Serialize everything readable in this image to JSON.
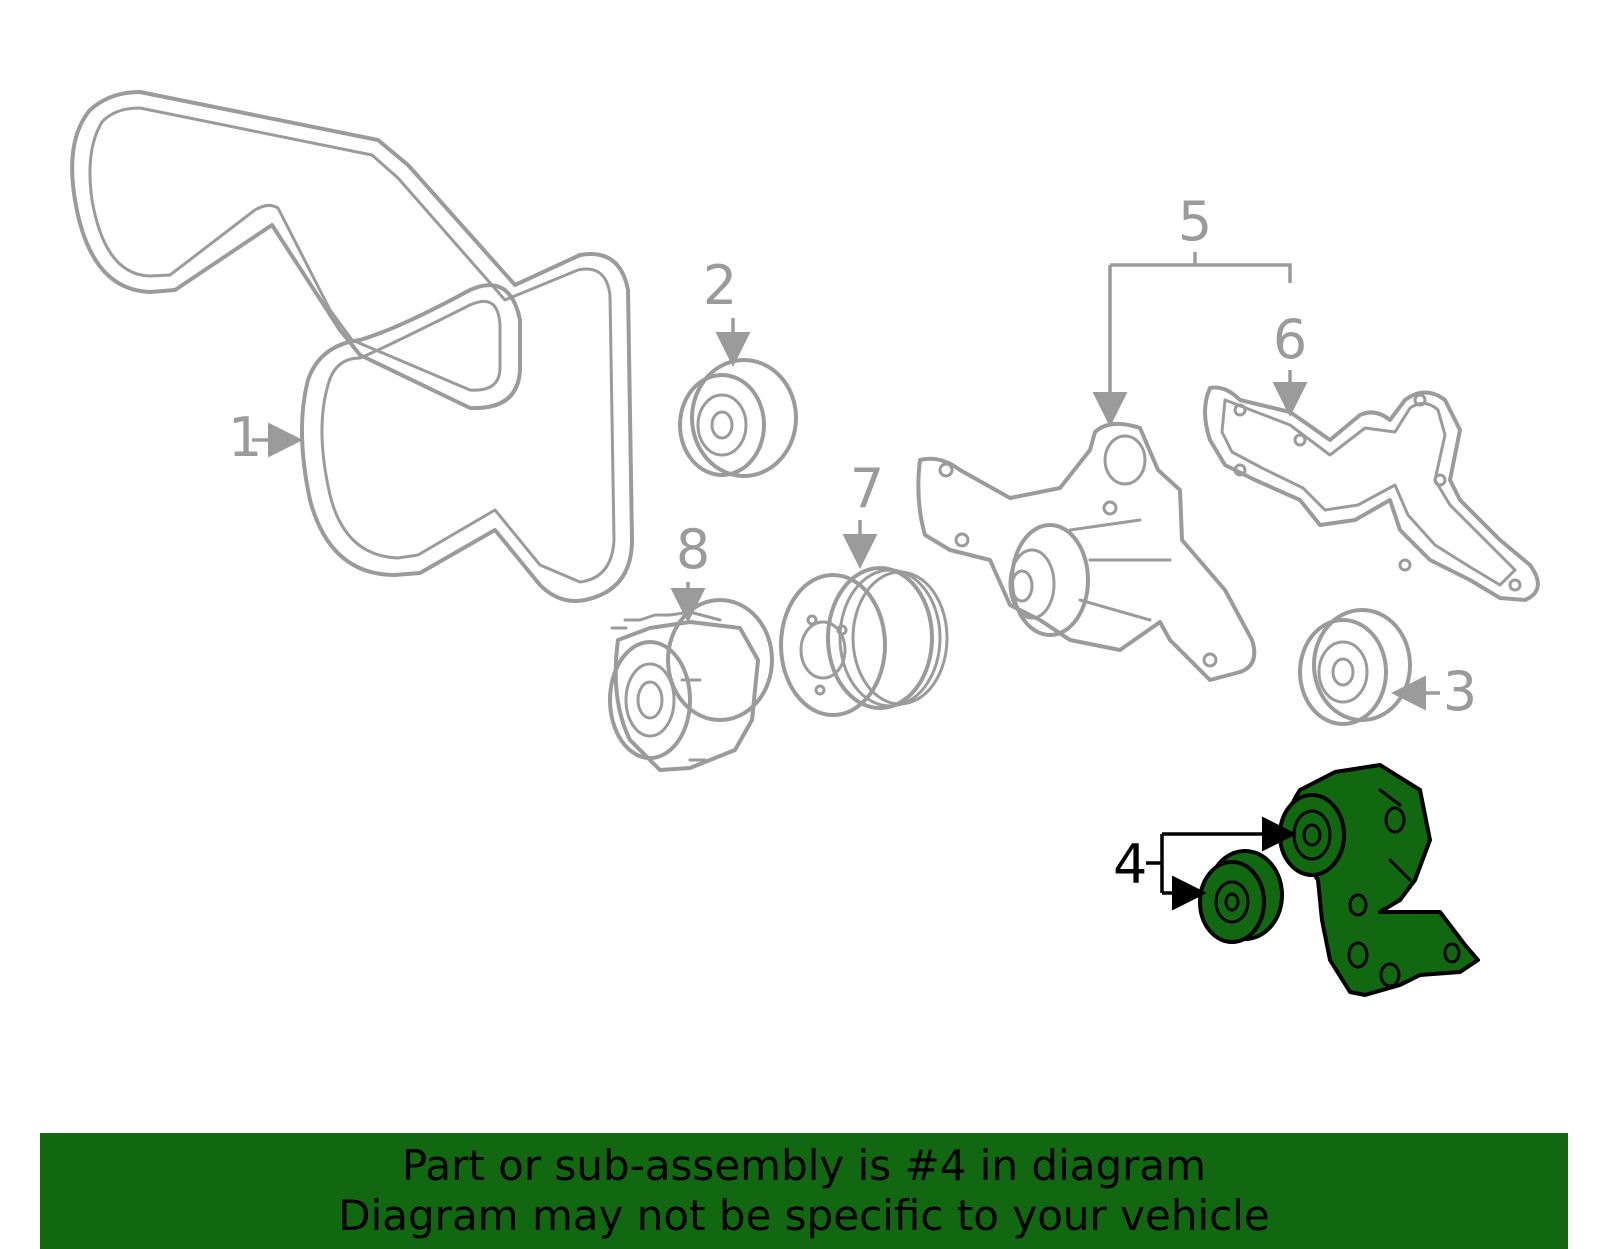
{
  "callouts": {
    "belt": "1",
    "idler_top": "2",
    "idler_right": "3",
    "tensioner": "4",
    "water_pump": "5",
    "gasket": "6",
    "pulley": "7",
    "fan_clutch": "8"
  },
  "highlight_color": "#116811",
  "banner": {
    "line1": "Part or sub-assembly is #4 in diagram",
    "line2": "Diagram may not be specific to your vehicle"
  }
}
